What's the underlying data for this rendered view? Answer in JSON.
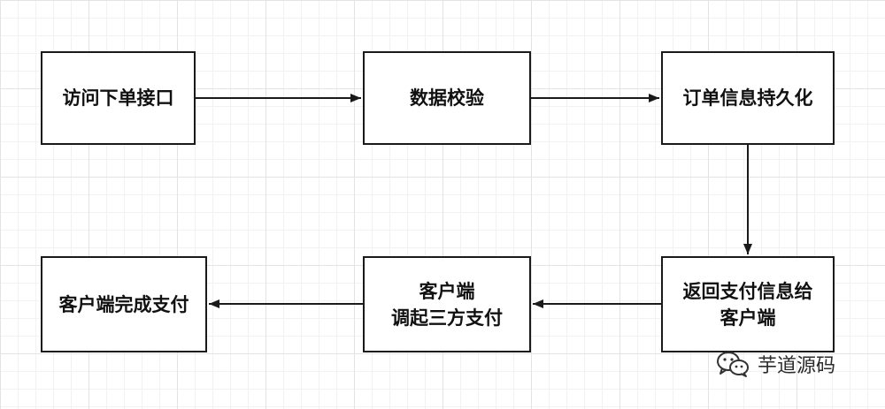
{
  "diagram": {
    "type": "flowchart",
    "nodes": [
      {
        "id": "n1",
        "lines": [
          "访问下单接口"
        ]
      },
      {
        "id": "n2",
        "lines": [
          "数据校验"
        ]
      },
      {
        "id": "n3",
        "lines": [
          "订单信息持久化"
        ]
      },
      {
        "id": "n4",
        "lines": [
          "返回支付信息给",
          "客户端"
        ]
      },
      {
        "id": "n5",
        "lines": [
          "客户端",
          "调起三方支付"
        ]
      },
      {
        "id": "n6",
        "lines": [
          "客户端完成支付"
        ]
      }
    ],
    "edges": [
      {
        "from": "n1",
        "to": "n2"
      },
      {
        "from": "n2",
        "to": "n3"
      },
      {
        "from": "n3",
        "to": "n4"
      },
      {
        "from": "n4",
        "to": "n5"
      },
      {
        "from": "n5",
        "to": "n6"
      }
    ]
  },
  "watermark": {
    "text": "芋道源码",
    "icon": "wechat-icon"
  }
}
